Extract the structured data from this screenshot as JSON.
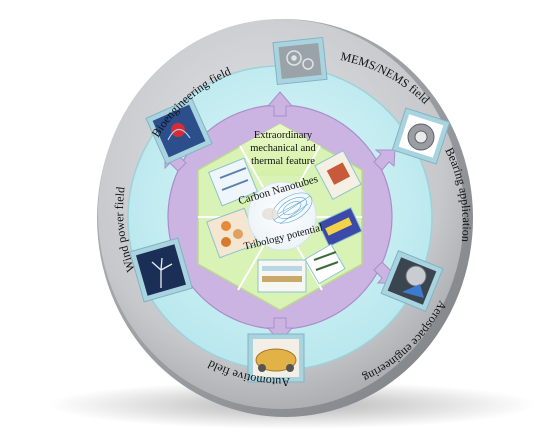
{
  "center": {
    "title": "Carbon Nanotubes",
    "subtitle": "Tribology potential"
  },
  "hexagon": {
    "top_label": [
      "Extraordinary",
      "mechanical and",
      "thermal feature"
    ],
    "panels": [
      {
        "name": "panel-top-right"
      },
      {
        "name": "panel-right"
      },
      {
        "name": "panel-bottom-right"
      },
      {
        "name": "panel-bottom"
      },
      {
        "name": "panel-bottom-left"
      },
      {
        "name": "panel-top-left"
      }
    ]
  },
  "applications": [
    {
      "label": "MEMS/NEMS field",
      "icon": "gear-icon"
    },
    {
      "label": "Bearing application",
      "icon": "bearing-icon"
    },
    {
      "label": "Aerospace engineering",
      "icon": "aircraft-engine-icon"
    },
    {
      "label": "Automotive field",
      "icon": "car-chassis-icon"
    },
    {
      "label": "Wind power field",
      "icon": "wind-turbine-icon"
    },
    {
      "label": "Bioengineering field",
      "icon": "anatomy-icon"
    }
  ],
  "colors": {
    "outer_ring": "#c9cbce",
    "inner_disc": "#c6eef2",
    "lilac_ring": "#cbb3e2",
    "hex_fill": "#d9f2b5",
    "frame": "#aad3e0"
  }
}
